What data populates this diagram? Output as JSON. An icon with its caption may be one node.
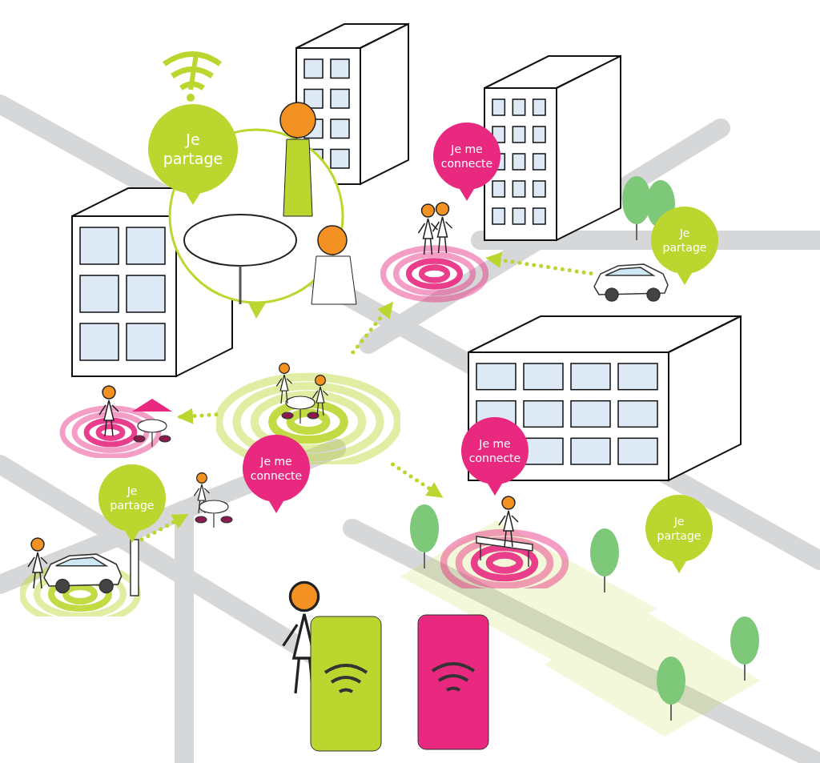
{
  "diagram": {
    "nodes": [
      {
        "text": [
          "Je partage"
        ]
      },
      {
        "text": [
          "Je me connecte"
        ]
      },
      {
        "text": [
          "Je partage"
        ]
      },
      {
        "text": [
          "Je me connecte"
        ]
      },
      {
        "text": [
          "Je partage"
        ]
      },
      {
        "text": [
          "Je me connecte"
        ]
      },
      {
        "text": [
          "Je partage"
        ]
      },
      {
        "text": [],
        "shape": "picture"
      },
      {
        "text": [],
        "shape": "picture"
      },
      {
        "text": [],
        "shape": "picture"
      },
      {
        "text": [],
        "shape": "picture"
      },
      {
        "text": [],
        "shape": "picture"
      },
      {
        "text": [],
        "shape": "picture"
      },
      {
        "text": [],
        "shape": "picture"
      }
    ],
    "edges": [
      {
        "from": 9,
        "to": 8,
        "arrow": "to",
        "style": "dashed"
      },
      {
        "from": 7,
        "to": 8,
        "arrow": "to",
        "style": "dashed"
      },
      {
        "from": 7,
        "to": 10,
        "arrow": "to",
        "style": "dashed"
      },
      {
        "from": 7,
        "to": 11,
        "arrow": "to",
        "style": "dashed"
      },
      {
        "from": 12,
        "to": 13,
        "arrow": "to",
        "style": "dashed"
      }
    ]
  }
}
